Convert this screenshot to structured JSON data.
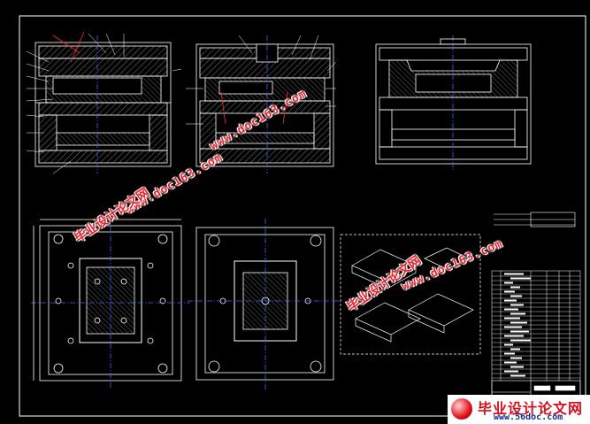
{
  "drawing": {
    "line_color": "#ffffff",
    "background": "#000000",
    "accent_blue": "#3a6cff",
    "accent_red": "#ff2a2a"
  },
  "watermarks": {
    "url_text": "www.doc163.com",
    "cn_text": "毕业设计论文网",
    "color": "#e8202a"
  },
  "logo": {
    "title": "毕业设计论文网",
    "url": "www.56doc.com"
  }
}
